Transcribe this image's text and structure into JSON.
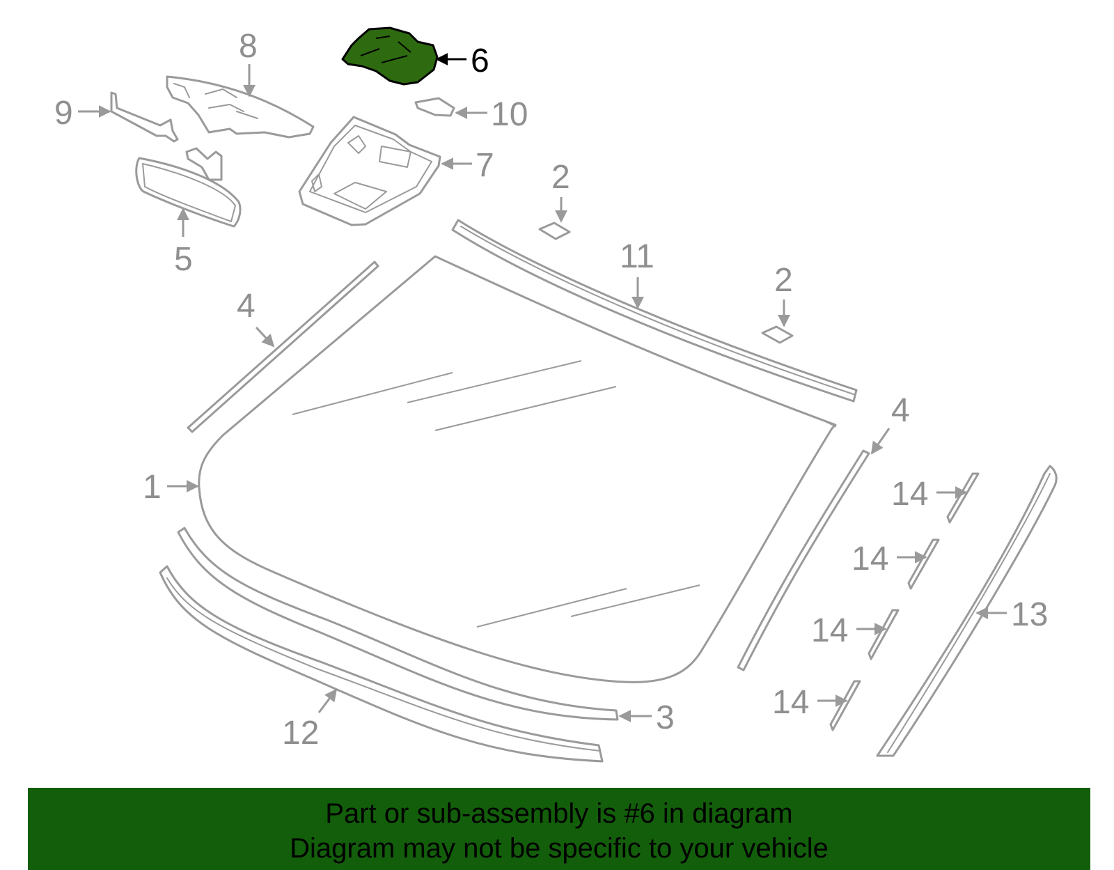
{
  "colors": {
    "highlight": "#2e6b10",
    "banner": "#135e0b",
    "line": "#9a9a9a",
    "label": "#8f8f8f"
  },
  "highlighted_part": "6",
  "callouts": {
    "c1": "1",
    "c2a": "2",
    "c2b": "2",
    "c3": "3",
    "c4a": "4",
    "c4b": "4",
    "c5": "5",
    "c6": "6",
    "c7": "7",
    "c8": "8",
    "c9": "9",
    "c10": "10",
    "c11": "11",
    "c12": "12",
    "c13": "13",
    "c14a": "14",
    "c14b": "14",
    "c14c": "14",
    "c14d": "14"
  },
  "banner": {
    "line1": "Part or sub-assembly is #6 in diagram",
    "line2": "Diagram may not be specific to your vehicle"
  }
}
